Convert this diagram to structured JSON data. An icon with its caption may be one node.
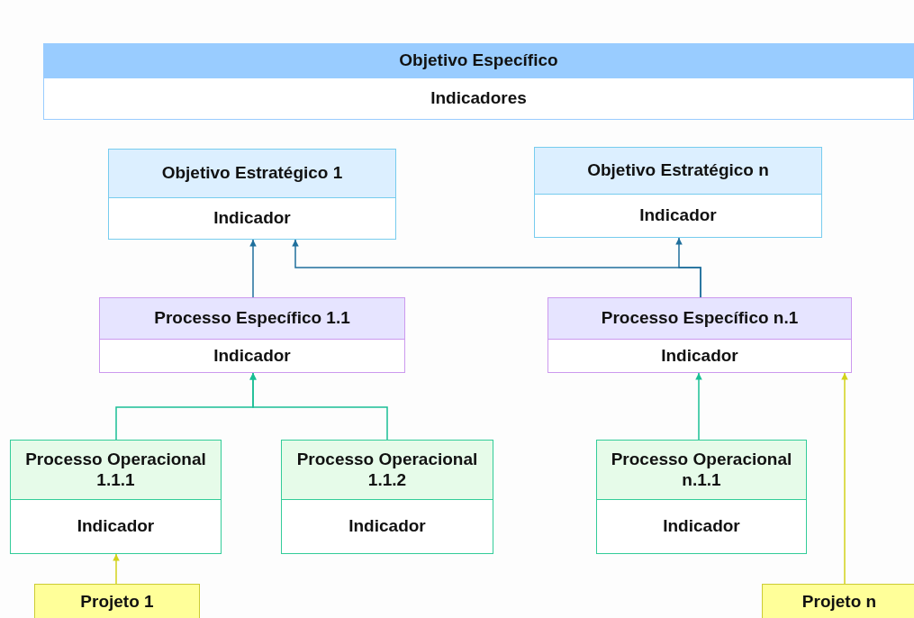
{
  "diagram": {
    "nodes": [
      {
        "text": [
          "Objetivo Específico",
          "Indicadores"
        ]
      },
      {
        "text": [
          "Objetivo  Estratégico 1",
          "Indicador"
        ]
      },
      {
        "text": [
          "Objetivo  Estratégico n",
          "Indicador"
        ]
      },
      {
        "text": [
          "Processo Específico  1.1",
          "Indicador"
        ]
      },
      {
        "text": [
          "Processo Específico  n.1",
          "Indicador"
        ]
      },
      {
        "text": [
          "Processo Operacional 1.1.1",
          "Indicador"
        ]
      },
      {
        "text": [
          "Processo Operacional 1.1.2",
          "Indicador"
        ]
      },
      {
        "text": [
          "Processo Operacional n.1.1",
          "Indicador"
        ]
      },
      {
        "text": [
          "Projeto 1"
        ]
      },
      {
        "text": [
          "Projeto n"
        ]
      }
    ],
    "edges": [
      {
        "from": 3,
        "to": 1,
        "arrow": "to",
        "color": "#1f6f9c"
      },
      {
        "from": 4,
        "to": 1,
        "arrow": "to",
        "color": "#1f6f9c"
      },
      {
        "from": 4,
        "to": 2,
        "arrow": "to",
        "color": "#1f6f9c"
      },
      {
        "from": 5,
        "to": 3,
        "arrow": "to",
        "color": "#1abf95"
      },
      {
        "from": 6,
        "to": 3,
        "arrow": "to",
        "color": "#1abf95"
      },
      {
        "from": 7,
        "to": 4,
        "arrow": "to",
        "color": "#1abf95"
      },
      {
        "from": 8,
        "to": 5,
        "arrow": "to",
        "color": "#d2d21a"
      },
      {
        "from": 9,
        "to": 4,
        "arrow": "to",
        "color": "#d2d21a"
      }
    ]
  }
}
